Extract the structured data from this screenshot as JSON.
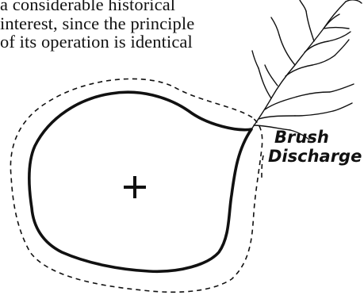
{
  "text": {
    "lines": [
      "a   considerable   historical",
      "interest, since the principle",
      "of its operation is identical"
    ]
  },
  "figure": {
    "labels": {
      "line1": "Brush",
      "line2": "Discharge"
    },
    "conductor_sign": "+"
  }
}
